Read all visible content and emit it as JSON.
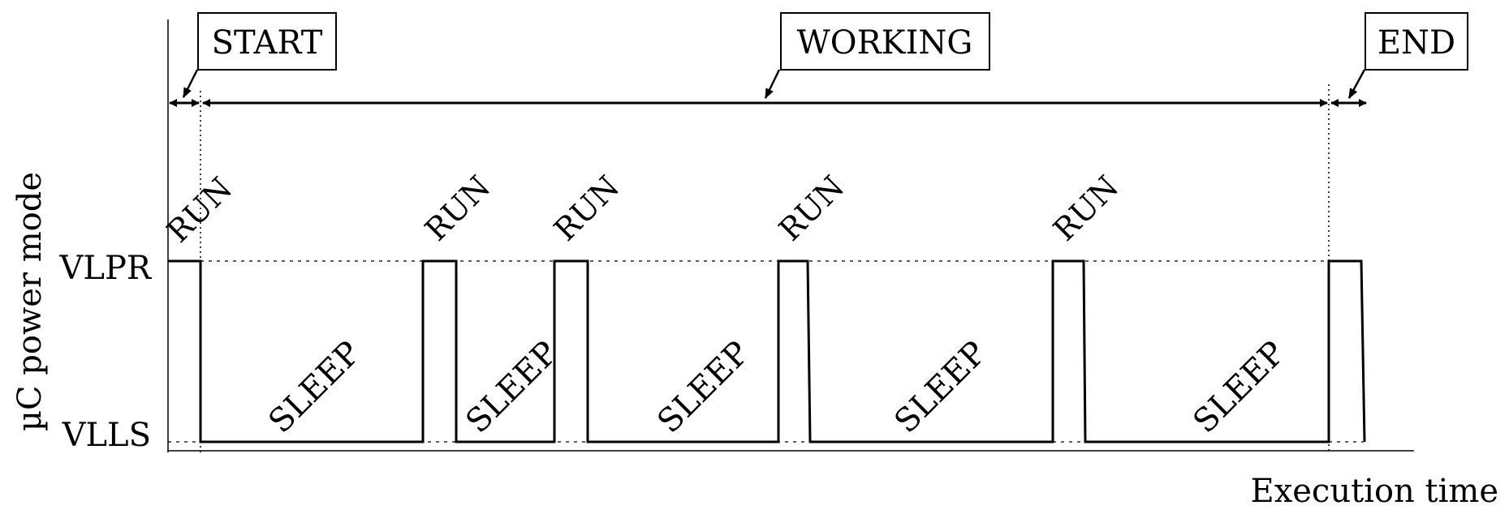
{
  "axes": {
    "y_label": "µC power mode",
    "x_label": "Execution time",
    "y_levels": [
      "VLPR",
      "VLLS"
    ]
  },
  "phases": [
    {
      "label": "START"
    },
    {
      "label": "WORKING"
    },
    {
      "label": "END"
    }
  ],
  "states": {
    "run_labels": [
      "RUN",
      "RUN",
      "RUN",
      "RUN",
      "RUN"
    ],
    "sleep_labels": [
      "SLEEP",
      "SLEEP",
      "SLEEP",
      "SLEEP",
      "SLEEP"
    ]
  },
  "colors": {
    "ink": "#000000",
    "background": "#ffffff"
  }
}
